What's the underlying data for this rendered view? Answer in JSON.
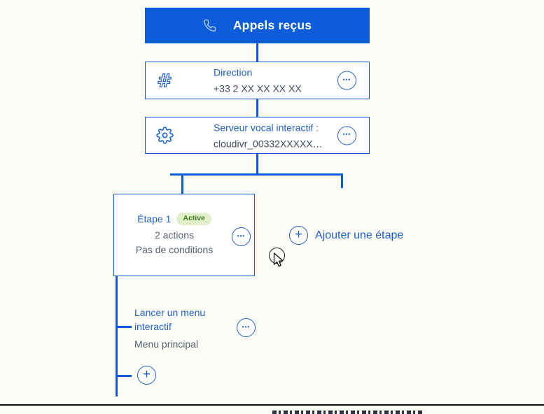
{
  "palette": {
    "primary_blue": "#0a5cd8",
    "link_blue": "#1d5fc9",
    "text_dark": "#3f4a5e",
    "text_gray": "#545f6e",
    "badge_background": "#e1efca",
    "badge_text": "#3e7d1e",
    "background": "#fdfdf8"
  },
  "glyphs": {
    "ellipsis": "•••",
    "plus": "+"
  },
  "flow": {
    "entry": {
      "title": "Appels reçus",
      "icon": "phone-icon"
    },
    "direction": {
      "title": "Direction",
      "subtitle": "+33 2 XX XX XX XX",
      "icon": "hash-icon"
    },
    "ivr": {
      "title": "Serveur vocal interactif :",
      "subtitle": "cloudivr_00332XXXXX…",
      "icon": "gear-icon"
    },
    "step1": {
      "title": "Étape 1",
      "badge": "Active",
      "actions_summary": "2 actions",
      "conditions_summary": "Pas de conditions"
    },
    "add_step": {
      "label": "Ajouter une étape",
      "icon": "plus-icon"
    },
    "menu_action": {
      "title": "Lancer un menu interactif",
      "subtitle": "Menu principal"
    }
  }
}
